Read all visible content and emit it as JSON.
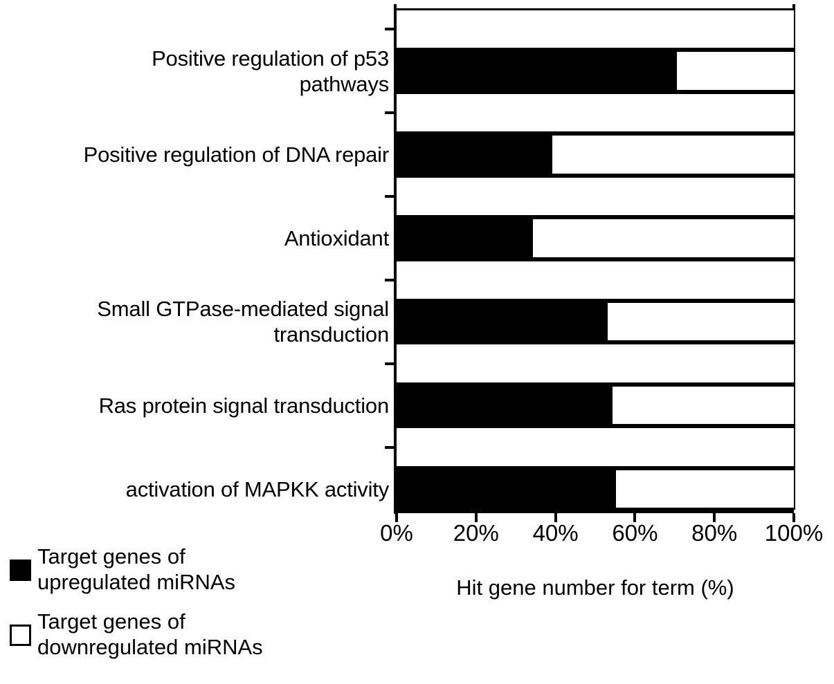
{
  "chart_data": {
    "type": "bar",
    "orientation": "horizontal",
    "stacked": true,
    "normalized_percent": true,
    "title": "",
    "subtitle": "",
    "xlabel": "Hit gene number for term (%)",
    "ylabel": "",
    "xlim": [
      0,
      100
    ],
    "xticks": [
      0,
      20,
      40,
      60,
      80,
      100
    ],
    "xticklabels": [
      "0%",
      "20%",
      "40%",
      "60%",
      "80%",
      "100%"
    ],
    "grid": "vertical",
    "legend_position": "below-left",
    "categories": [
      "Positive regulation of p53\npathways",
      "Positive regulation of DNA repair",
      "Antioxidant",
      "Small GTPase-mediated signal\ntransduction",
      "Ras protein signal transduction",
      "activation of MAPKK activity"
    ],
    "series": [
      {
        "name": "Target genes of\nupregulated miRNAs",
        "color": "#000000",
        "values": [
          70.6,
          39.2,
          34.3,
          53.1,
          54.4,
          55.2
        ]
      },
      {
        "name": "Target genes of\ndownregulated miRNAs",
        "color": "#ffffff",
        "values": [
          29.4,
          60.8,
          65.7,
          46.9,
          45.6,
          44.8
        ]
      }
    ]
  },
  "legend": {
    "items": [
      {
        "swatch": "filled-square",
        "label": "Target genes of\nupregulated miRNAs"
      },
      {
        "swatch": "hollow-square",
        "label": "Target genes of\ndownregulated miRNAs"
      }
    ]
  },
  "colors": {
    "axis": "#000000",
    "background": "#ffffff",
    "upregulated": "#000000",
    "downregulated": "#ffffff"
  }
}
